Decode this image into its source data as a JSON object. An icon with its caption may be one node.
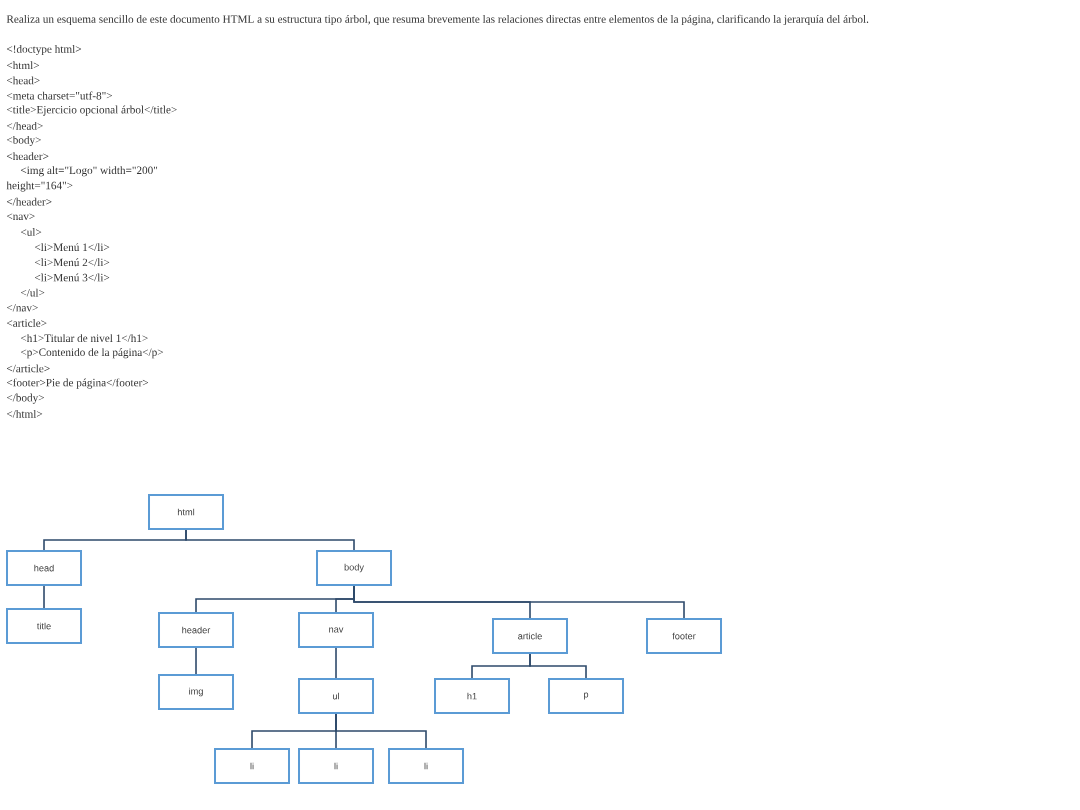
{
  "diagram": {
    "nodes": [
      {
        "text": [
          "html"
        ]
      },
      {
        "text": [
          "head"
        ]
      },
      {
        "text": [
          "body"
        ]
      },
      {
        "text": [
          "title"
        ]
      },
      {
        "text": [
          "header"
        ]
      },
      {
        "text": [
          "nav"
        ]
      },
      {
        "text": [
          "article"
        ]
      },
      {
        "text": [
          "footer"
        ]
      },
      {
        "text": [
          "img"
        ]
      },
      {
        "text": [
          "ul"
        ]
      },
      {
        "text": [
          "h1"
        ]
      },
      {
        "text": [
          "p"
        ]
      },
      {
        "text": [
          "li"
        ]
      },
      {
        "text": [
          "li"
        ]
      },
      {
        "text": [
          "li"
        ]
      }
    ],
    "edges": [
      {
        "from": 0,
        "to": 1,
        "arrow": "none"
      },
      {
        "from": 0,
        "to": 2,
        "arrow": "none"
      },
      {
        "from": 1,
        "to": 3,
        "arrow": "none"
      },
      {
        "from": 2,
        "to": 4,
        "arrow": "none"
      },
      {
        "from": 2,
        "to": 5,
        "arrow": "none"
      },
      {
        "from": 2,
        "to": 6,
        "arrow": "none"
      },
      {
        "from": 2,
        "to": 7,
        "arrow": "none"
      },
      {
        "from": 4,
        "to": 8,
        "arrow": "none"
      },
      {
        "from": 5,
        "to": 9,
        "arrow": "none"
      },
      {
        "from": 6,
        "to": 10,
        "arrow": "none"
      },
      {
        "from": 6,
        "to": 11,
        "arrow": "none"
      },
      {
        "from": 9,
        "to": 12,
        "arrow": "none"
      },
      {
        "from": 9,
        "to": 13,
        "arrow": "none"
      },
      {
        "from": 9,
        "to": 14,
        "arrow": "none"
      }
    ],
    "labels": [
      "Realiza un esquema sencillo de este documento HTML a su estructura tipo árbol, que resuma brevemente las relaciones directas entre elementos de la página, clarificando la jerarquía del árbol.",
      "<!doctype html>",
      "<html>",
      "<head>",
      "<meta charset=\"utf-8\">",
      "<title>Ejercicio opcional árbol</title>",
      "</head>",
      "<body>",
      "<header>",
      "<img alt=\"Logo\" width=\"200\"",
      "height=\"164\">",
      "</header>",
      "<nav>",
      "<ul>",
      "<li>Menú 1</li>",
      "<li>Menú 2</li>",
      "<li>Menú 3</li>",
      "</ul>",
      "</nav>",
      "<article>",
      "<h1>Titular de nivel 1</h1>",
      "<p>Contenido de la página</p>",
      "</article>",
      "<footer>Pie de página</footer>",
      "</body>",
      "</html>"
    ]
  }
}
